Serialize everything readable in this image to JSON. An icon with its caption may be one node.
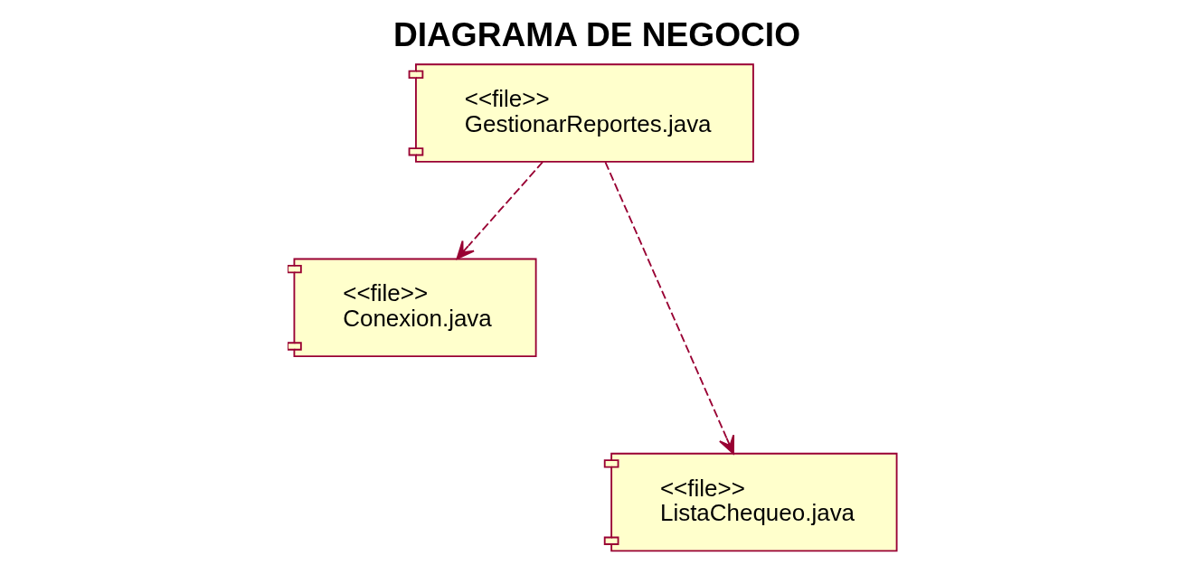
{
  "diagram": {
    "title": "DIAGRAMA DE NEGOCIO",
    "nodes": [
      {
        "text": [
          "<<file>>",
          "GestionarReportes.java"
        ]
      },
      {
        "text": [
          "<<file>>",
          "Conexion.java"
        ]
      },
      {
        "text": [
          "<<file>>",
          "ListaChequeo.java"
        ]
      }
    ],
    "edges": [
      {
        "from": 0,
        "to": 1,
        "arrow": "to",
        "style": "dashed"
      },
      {
        "from": 0,
        "to": 2,
        "arrow": "to",
        "style": "dashed"
      }
    ]
  }
}
